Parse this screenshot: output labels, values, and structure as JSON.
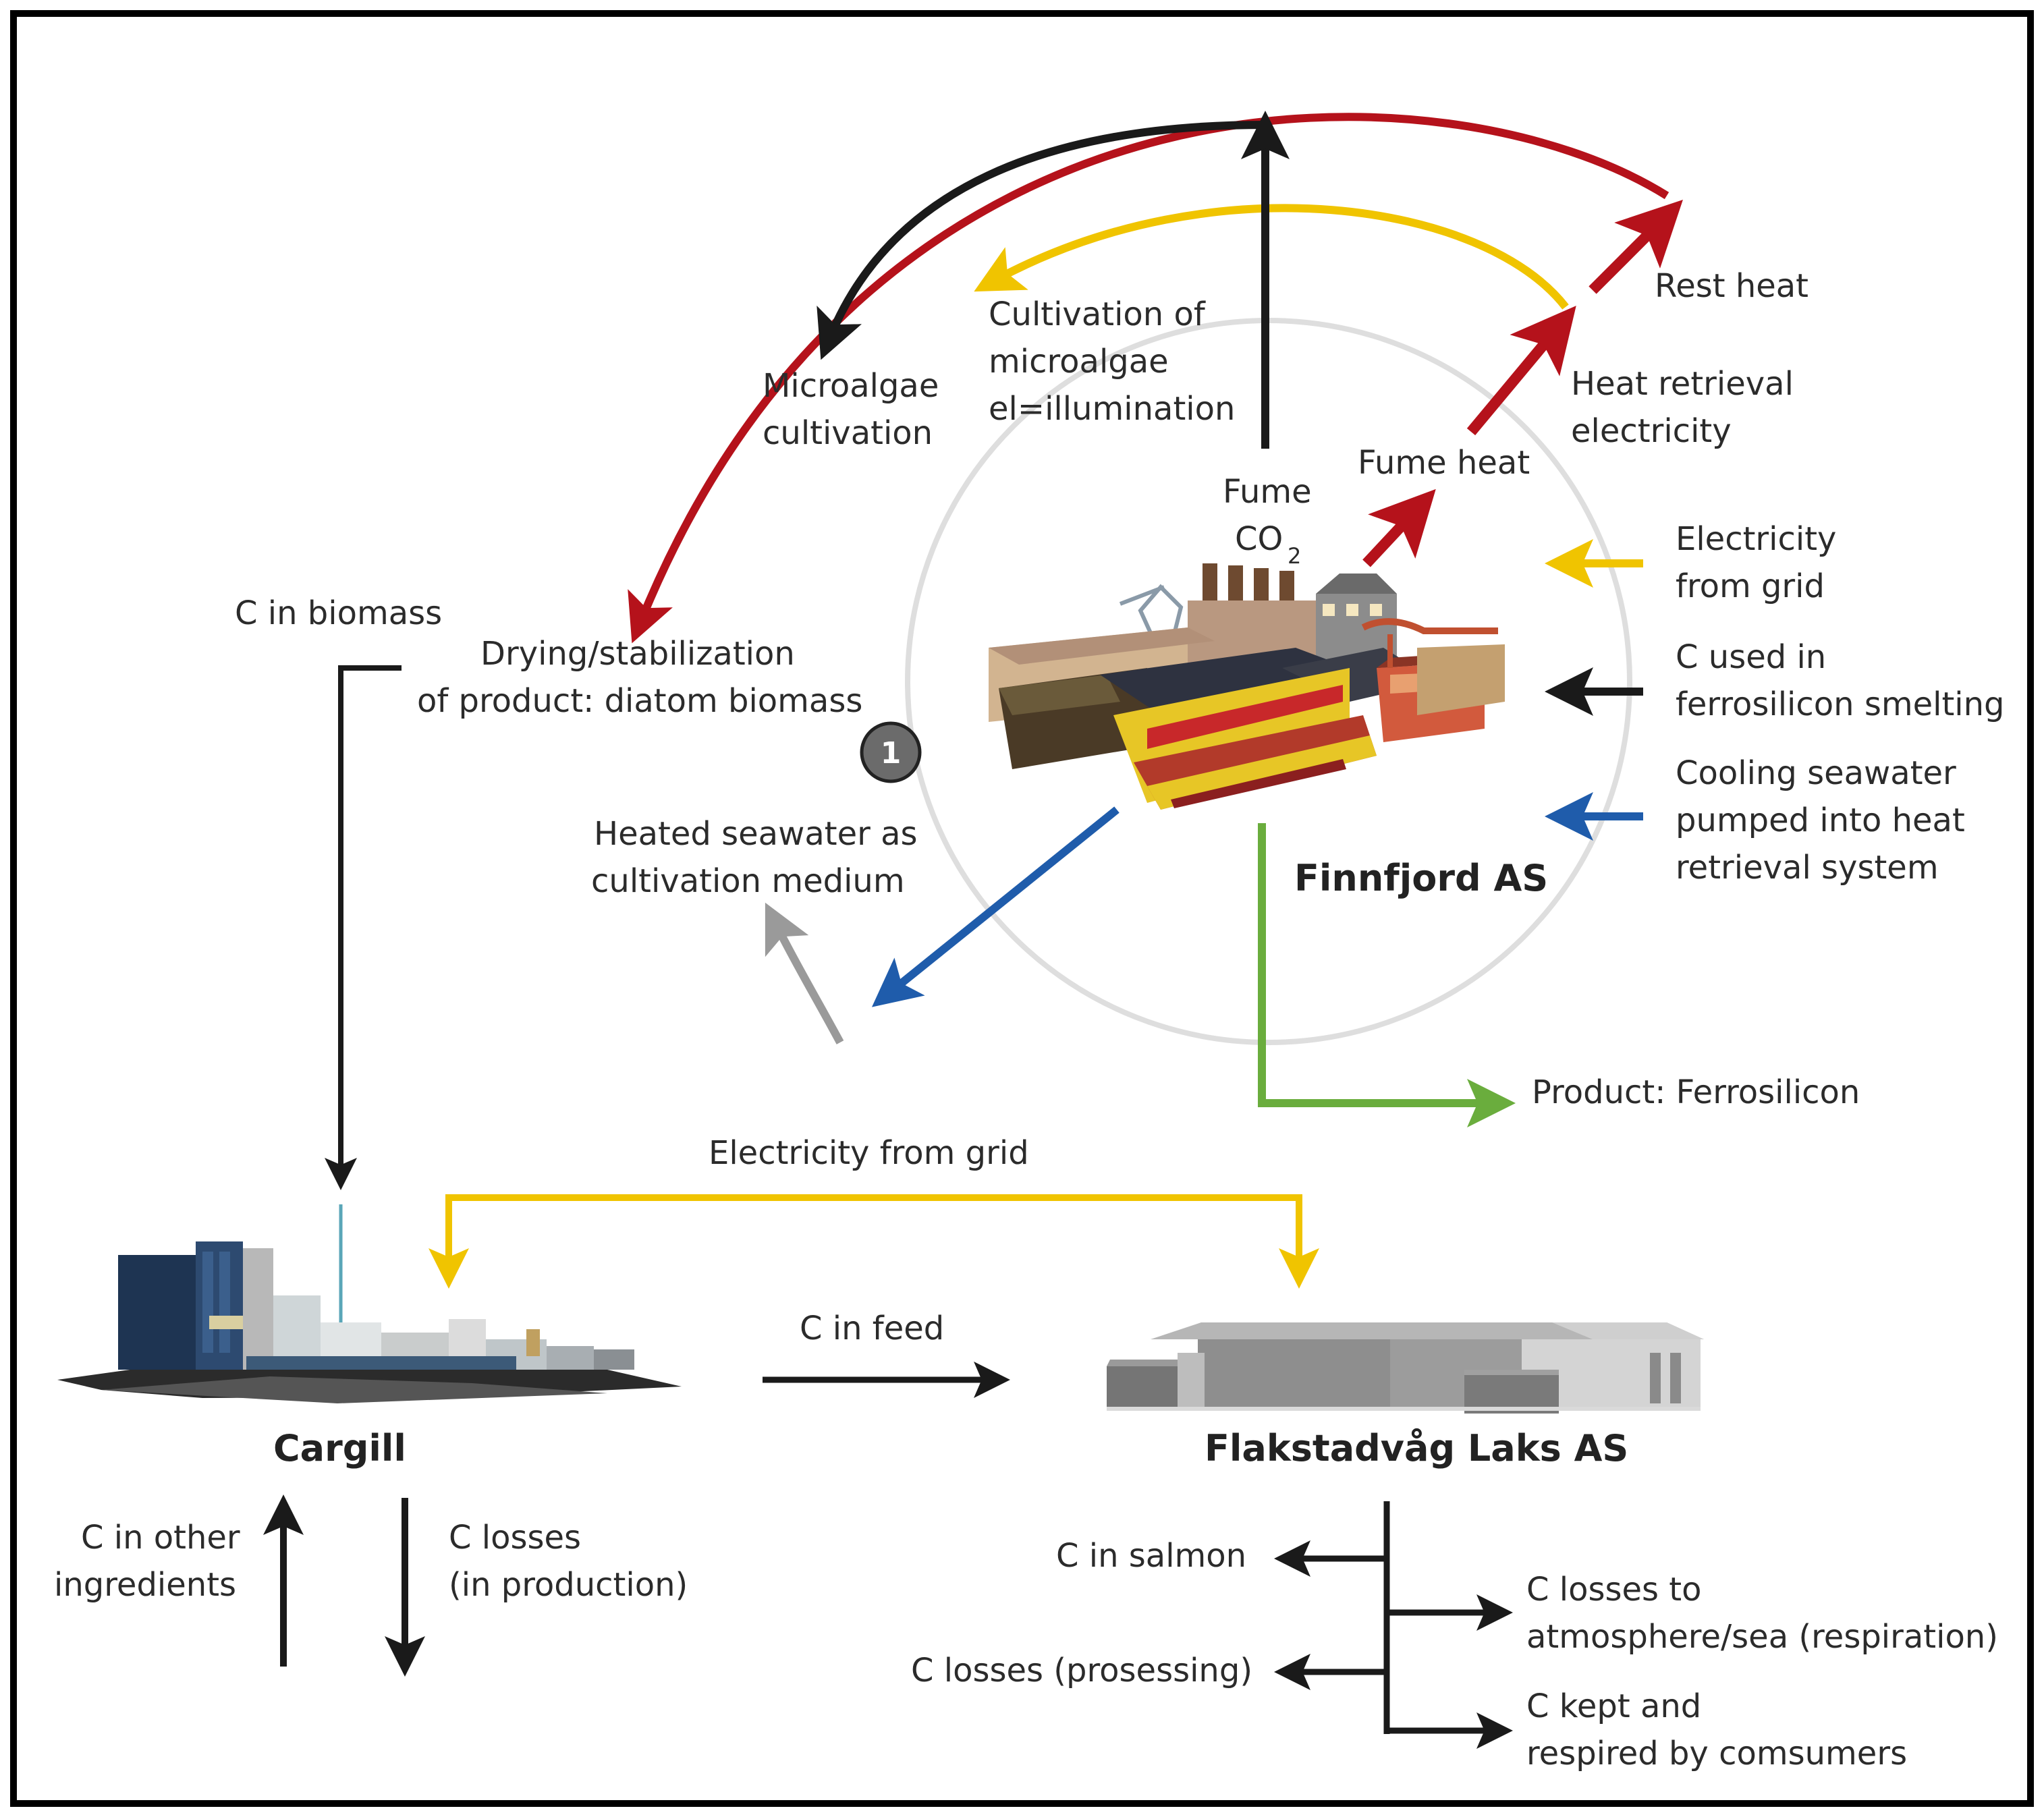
{
  "colors": {
    "heat_red": "#b5121b",
    "electricity_yellow": "#f0c400",
    "carbon_black": "#1a1a1a",
    "seawater_blue": "#1f5cab",
    "product_green": "#6aad3d",
    "medium_grey": "#9a9a9a",
    "circle_grey": "#dedede"
  },
  "finnfjord": {
    "title": "Finnfjord AS",
    "fume_label": "Fume",
    "co2_label": "CO",
    "co2_subscript": "2",
    "fume_heat": "Fume heat",
    "heat_retrieval": [
      "Heat retrieval",
      "electricity"
    ],
    "rest_heat": "Rest heat",
    "cultivation": [
      "Cultivation of",
      "microalgae",
      "el=illumination"
    ],
    "microalgae_cultivation": [
      "Microalgae",
      "cultivation"
    ],
    "electricity_from_grid": [
      "Electricity",
      "from grid"
    ],
    "c_used": [
      "C used in",
      "ferrosilicon smelting"
    ],
    "cooling": [
      "Cooling seawater",
      "pumped into heat",
      "retrieval system"
    ],
    "drying": [
      "Drying/stabilization",
      "of product: diatom biomass"
    ],
    "heated_seawater": [
      "Heated seawater as",
      "cultivation medium"
    ],
    "badge": "1",
    "product": "Product: Ferrosilicon"
  },
  "flows": {
    "c_in_biomass": "C in biomass",
    "electricity_from_grid": "Electricity from grid",
    "c_in_feed": "C in feed"
  },
  "cargill": {
    "title": "Cargill",
    "c_in_other": [
      "C in other",
      "ingredients"
    ],
    "c_losses": [
      "C losses",
      "(in production)"
    ]
  },
  "flakstadvag": {
    "title": "Flakstadvåg Laks AS",
    "c_in_salmon": "C in salmon",
    "c_losses_processing": "C losses (prosessing)",
    "c_losses_to": [
      "C losses to",
      "atmosphere/sea (respiration)"
    ],
    "c_kept": [
      "C kept and",
      "respired by comsumers"
    ]
  }
}
